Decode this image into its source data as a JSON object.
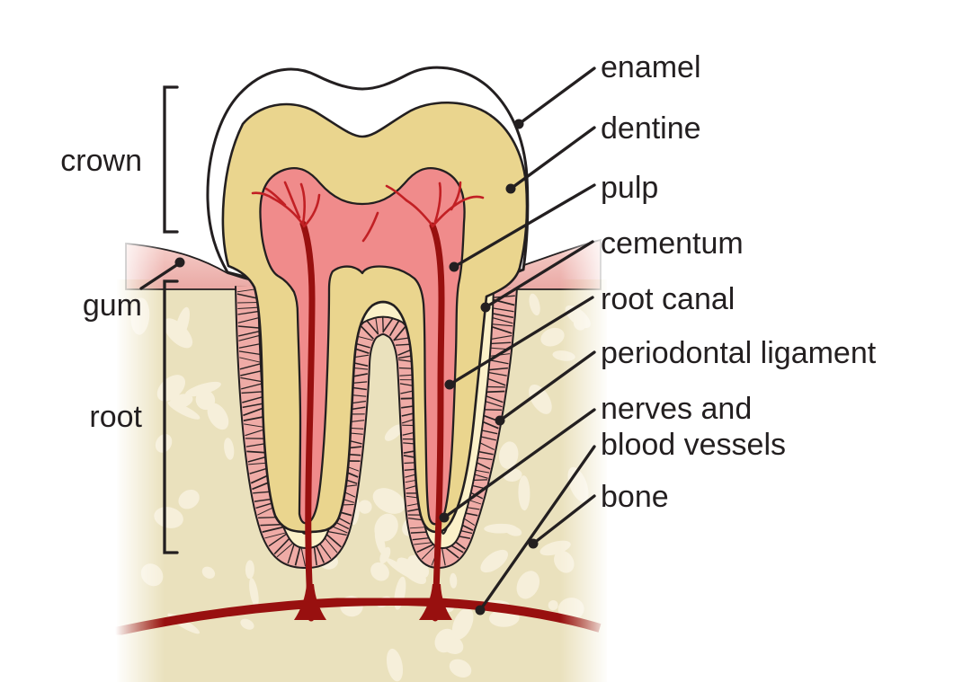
{
  "figure": {
    "title": "Tooth anatomy cross-section diagram",
    "regions_marked_left": [
      "crown",
      "gum",
      "root"
    ],
    "structures_labeled_right": [
      "enamel",
      "dentine",
      "pulp",
      "cementum",
      "root canal",
      "periodontal ligament",
      "nerves and blood vessels",
      "bone"
    ]
  },
  "labels": {
    "crown": "crown",
    "gum": "gum",
    "root": "root",
    "enamel": "enamel",
    "dentine": "dentine",
    "pulp": "pulp",
    "cementum": "cementum",
    "root_canal": "root canal",
    "periodontal_ligament": "periodontal ligament",
    "nerves_line1": "nerves and",
    "nerves_line2": "blood vessels",
    "bone": "bone"
  },
  "colors": {
    "outline": "#231f20",
    "label_text": "#231f20",
    "leader": "#231f20",
    "enamel": "#ffffff",
    "dentine": "#ead58e",
    "pulp": "#f08b8b",
    "cementum": "#fbf1c9",
    "ligament": "#efaba6",
    "ligament_tick": "#2a2323",
    "bone": "#eae1bd",
    "bone_light": "#f6efda",
    "gum_top": "#f7d2cd",
    "gum_bottom": "#e8a5a1",
    "vessel_dark": "#98100f",
    "vessel_bright": "#c22024"
  }
}
